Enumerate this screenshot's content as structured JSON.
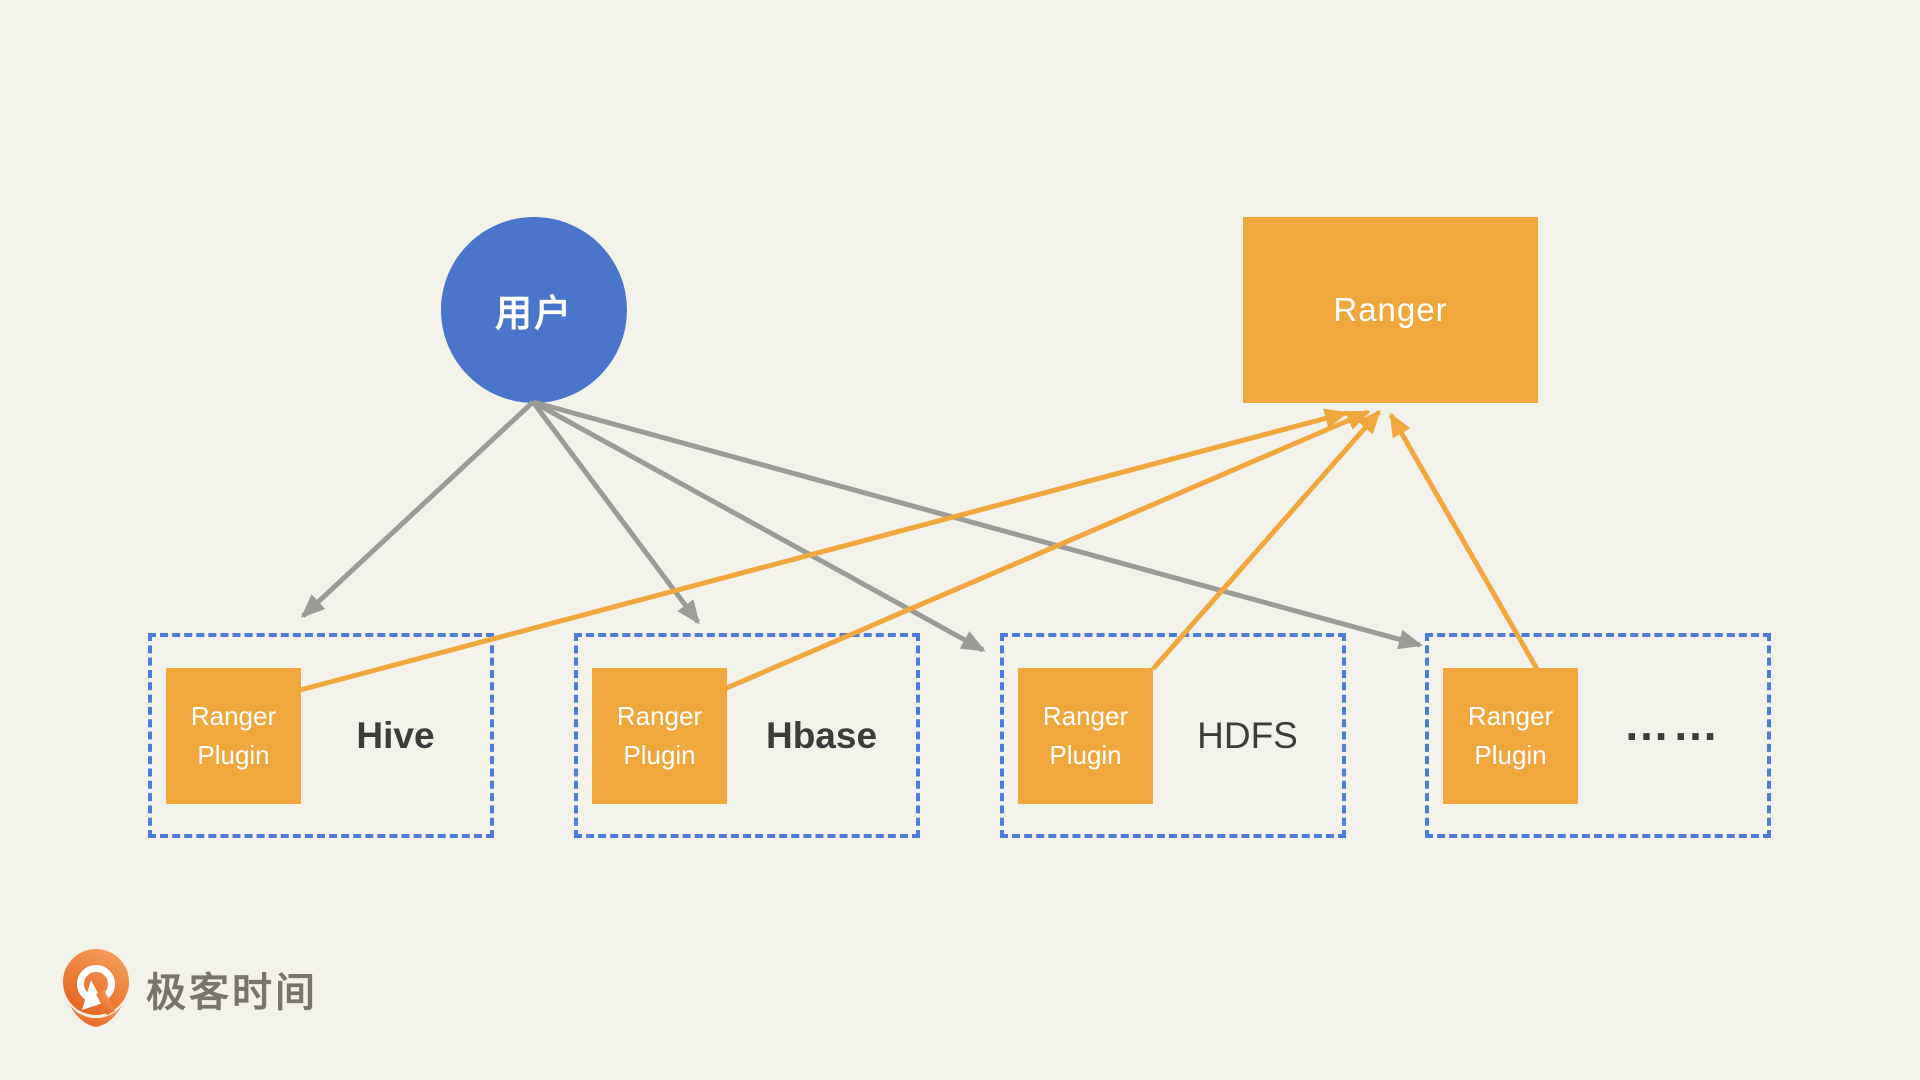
{
  "colors": {
    "background": "#F2F2EB",
    "user_node": "#4B74CB",
    "orange_accent": "#F0A83E",
    "dashed_border": "#4C7BD8",
    "gray_arrow": "#9B9B98",
    "dark_text": "#3C3C3C",
    "logo_text_color": "#7A746E"
  },
  "user": {
    "label": "用户"
  },
  "ranger": {
    "label": "Ranger"
  },
  "services": [
    {
      "name": "Hive",
      "plugin": "Ranger\nPlugin"
    },
    {
      "name": "Hbase",
      "plugin": "Ranger\nPlugin"
    },
    {
      "name": "HDFS",
      "plugin": "Ranger\nPlugin"
    },
    {
      "name": "……",
      "plugin": "Ranger\nPlugin"
    }
  ],
  "edges": {
    "user_to_services": [
      {
        "from": "用户",
        "to": "Hive"
      },
      {
        "from": "用户",
        "to": "Hbase"
      },
      {
        "from": "用户",
        "to": "HDFS"
      },
      {
        "from": "用户",
        "to": "……"
      }
    ],
    "plugins_to_ranger": [
      {
        "from": "Hive Ranger Plugin",
        "to": "Ranger"
      },
      {
        "from": "Hbase Ranger Plugin",
        "to": "Ranger"
      },
      {
        "from": "HDFS Ranger Plugin",
        "to": "Ranger"
      },
      {
        "from": "…… Ranger Plugin",
        "to": "Ranger"
      }
    ]
  },
  "logo": {
    "text": "极客时间"
  }
}
